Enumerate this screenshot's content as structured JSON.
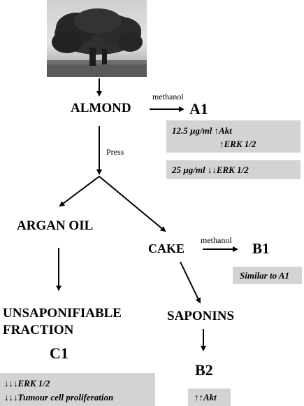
{
  "nodes": {
    "almond": "ALMOND",
    "a1": "A1",
    "argan_oil": "ARGAN OIL",
    "cake": "CAKE",
    "b1": "B1",
    "unsaponifiable_line1": "UNSAPONIFIABLE",
    "unsaponifiable_line2": "FRACTION",
    "c1": "C1",
    "saponins": "SAPONINS",
    "b2": "B2"
  },
  "edge_labels": {
    "methanol_a1": "methanol",
    "press": "Press",
    "methanol_b1": "methanol"
  },
  "result_boxes": {
    "a1_low_dose_line1": "12.5 µg/ml  ↑Akt",
    "a1_low_dose_line2": "↑ERK 1/2",
    "a1_high_dose": "25 µg/ml ↓↓ERK 1/2",
    "b1_result": "Similar to A1",
    "c1_line1": "↓↓↓ERK 1/2",
    "c1_line2": "↓↓↓Tumour cell proliferation",
    "b2_result": "↑↑Akt"
  },
  "colors": {
    "box_fill": "#d3d3d3",
    "text": "#000000"
  },
  "icons": {
    "photo": "argan-tree-photo"
  }
}
